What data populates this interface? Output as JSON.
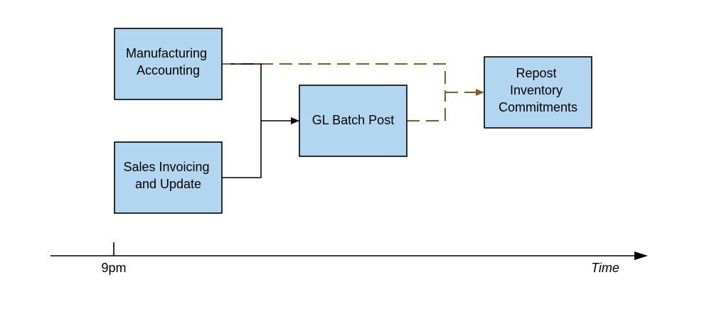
{
  "diagram": {
    "colors": {
      "box_fill": "#b3d6f0",
      "box_border": "#000000",
      "solid_line": "#000000",
      "dashed_line": "#8b5a1e",
      "background": "#ffffff"
    },
    "nodes": {
      "manufacturing": {
        "line1": "Manufacturing",
        "line2": "Accounting"
      },
      "sales": {
        "line1": "Sales Invoicing",
        "line2": "and Update"
      },
      "gl": {
        "line1": "GL Batch Post"
      },
      "repost": {
        "line1": "Repost",
        "line2": "Inventory",
        "line3": "Commitments"
      }
    },
    "edges": [
      {
        "from": "manufacturing",
        "to": "gl",
        "style": "solid"
      },
      {
        "from": "sales",
        "to": "gl",
        "style": "solid"
      },
      {
        "from": "manufacturing",
        "to": "repost",
        "style": "dashed"
      },
      {
        "from": "gl",
        "to": "repost",
        "style": "dashed"
      }
    ],
    "timeline": {
      "tick_label": "9pm",
      "axis_label": "Time"
    }
  }
}
